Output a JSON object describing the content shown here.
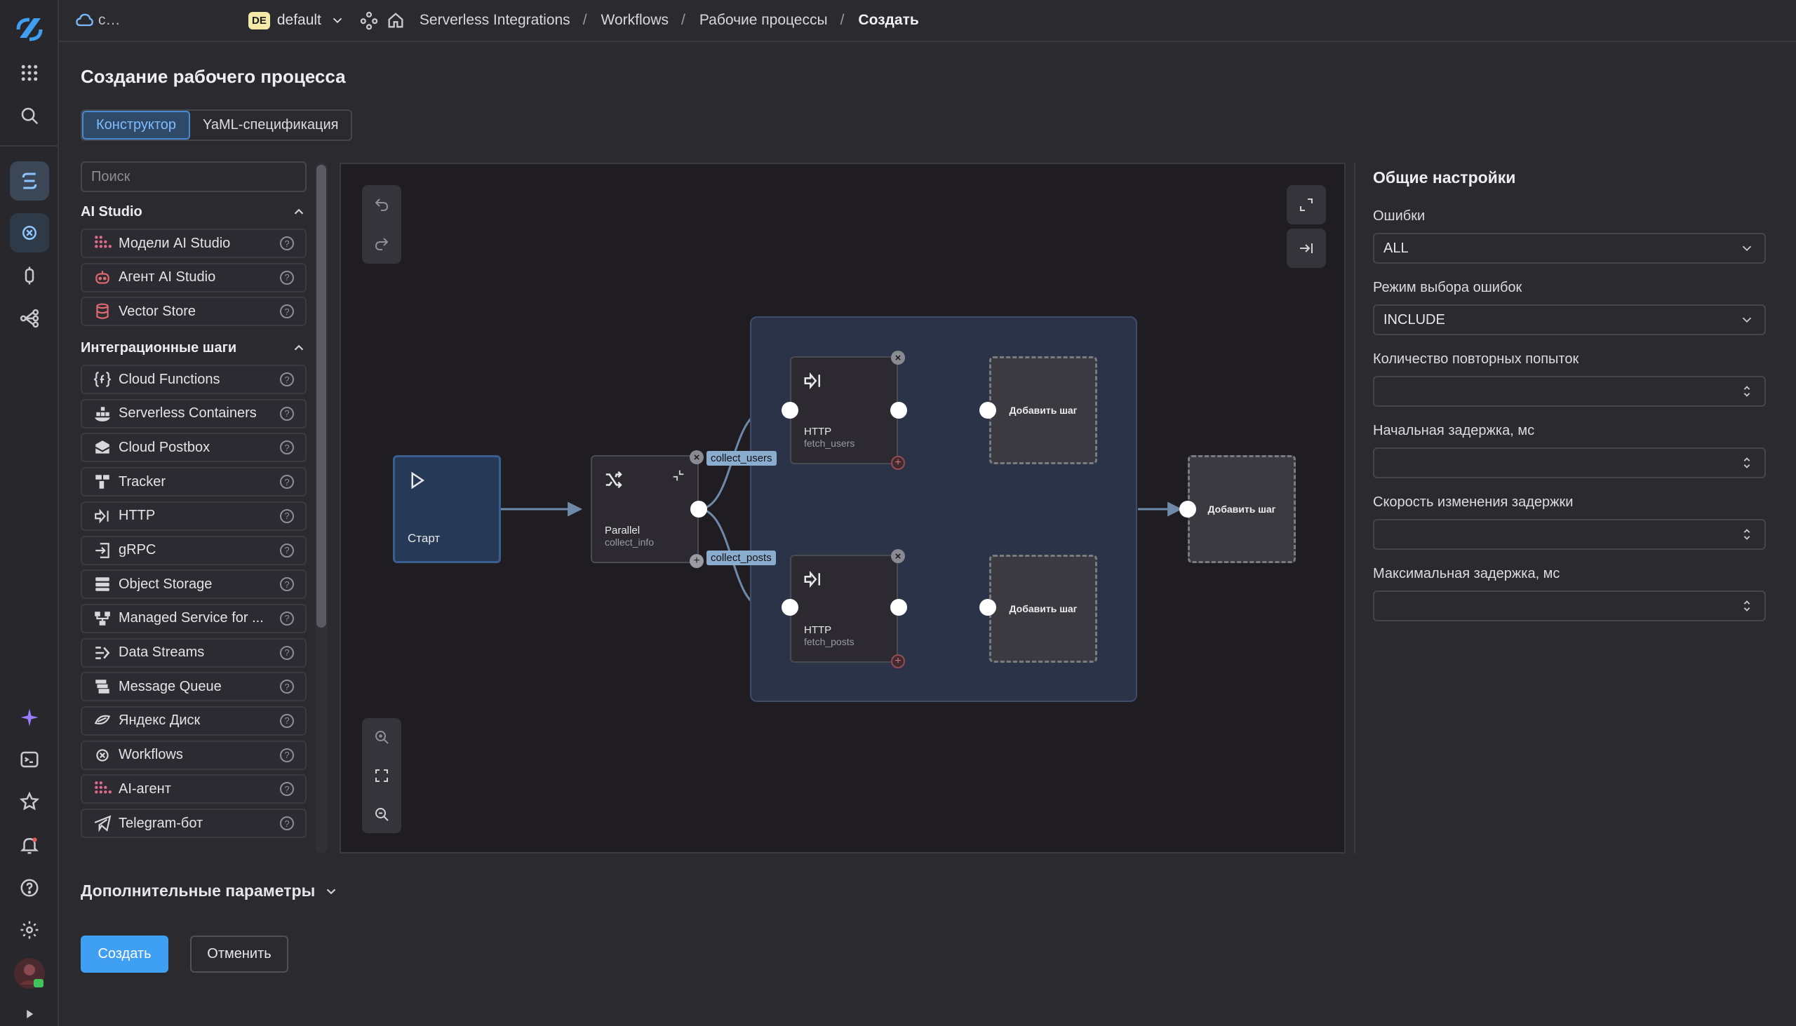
{
  "topbar": {
    "cloud_name": "c…",
    "folder_badge": "DE",
    "folder_name": "default",
    "breadcrumbs": [
      "Serverless Integrations",
      "Workflows",
      "Рабочие процессы",
      "Создать"
    ]
  },
  "page": {
    "title": "Создание рабочего процесса",
    "tabs": [
      "Конструктор",
      "YaML-спецификация"
    ]
  },
  "palette": {
    "search_placeholder": "Поиск",
    "section_ai": "AI Studio",
    "ai_items": [
      {
        "label": "Модели AI Studio",
        "icon": "ai-models-icon"
      },
      {
        "label": "Агент AI Studio",
        "icon": "robot-icon"
      },
      {
        "label": "Vector Store",
        "icon": "database-icon"
      }
    ],
    "section_integration": "Интеграционные шаги",
    "integration_items": [
      {
        "label": "Cloud Functions",
        "icon": "functions-icon"
      },
      {
        "label": "Serverless Containers",
        "icon": "containers-icon"
      },
      {
        "label": "Cloud Postbox",
        "icon": "postbox-icon"
      },
      {
        "label": "Tracker",
        "icon": "tracker-icon"
      },
      {
        "label": "HTTP",
        "icon": "http-icon"
      },
      {
        "label": "gRPC",
        "icon": "grpc-icon"
      },
      {
        "label": "Object Storage",
        "icon": "storage-icon"
      },
      {
        "label": "Managed Service for ...",
        "icon": "managed-service-icon"
      },
      {
        "label": "Data Streams",
        "icon": "data-streams-icon"
      },
      {
        "label": "Message Queue",
        "icon": "message-queue-icon"
      },
      {
        "label": "Яндекс Диск",
        "icon": "disk-icon"
      },
      {
        "label": "Workflows",
        "icon": "workflows-icon"
      },
      {
        "label": "AI-агент",
        "icon": "ai-agent-icon"
      },
      {
        "label": "Telegram-бот",
        "icon": "telegram-icon"
      }
    ]
  },
  "canvas": {
    "start_label": "Старт",
    "parallel_label": "Parallel",
    "parallel_sub": "collect_info",
    "branch_users": "collect_users",
    "branch_posts": "collect_posts",
    "http1_label": "HTTP",
    "http1_sub": "fetch_users",
    "http2_label": "HTTP",
    "http2_sub": "fetch_posts",
    "add_step": "Добавить шаг",
    "x_mark": "×",
    "plus_mark": "+"
  },
  "settings": {
    "title": "Общие настройки",
    "fields": [
      {
        "label": "Ошибки",
        "value": "ALL",
        "kind": "select"
      },
      {
        "label": "Режим выбора ошибок",
        "value": "INCLUDE",
        "kind": "select"
      },
      {
        "label": "Количество повторных попыток",
        "value": "",
        "kind": "number"
      },
      {
        "label": "Начальная задержка, мс",
        "value": "",
        "kind": "number"
      },
      {
        "label": "Скорость изменения задержки",
        "value": "",
        "kind": "number"
      },
      {
        "label": "Максимальная задержка, мс",
        "value": "",
        "kind": "number"
      }
    ]
  },
  "footer": {
    "advanced": "Дополнительные параметры",
    "create": "Создать",
    "cancel": "Отменить",
    "help_mark": "?"
  },
  "colors": {
    "accent": "#3f9ff2",
    "start_node": "#263956",
    "group_bg": "#2a3347",
    "branch_tag": "#8aaccf"
  }
}
